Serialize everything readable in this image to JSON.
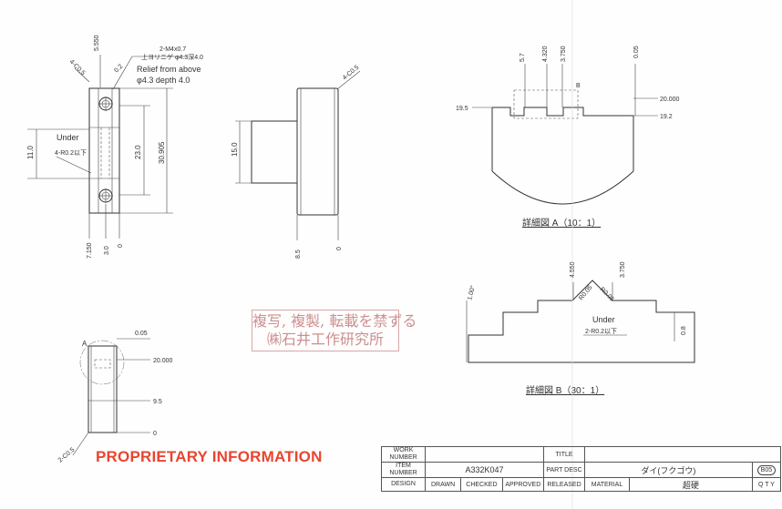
{
  "view1": {
    "top_label": "5.550",
    "callout_lines": [
      "2-M4x0.7",
      "上ヨリニゲ φ4.3深4.0",
      "Relief from above",
      "φ4.3 depth 4.0"
    ],
    "chamfer_label": "4-C0.5",
    "flatness_label": "0.2",
    "left_dim": "11.0",
    "under_label": "Under",
    "under_note": "4-R0.2以下",
    "mid_dim": "23.0",
    "right_dim": "30.905",
    "bottom_dims": [
      "7.150",
      "3.0",
      "0"
    ]
  },
  "view2": {
    "chamfer_label": "4-C0.5",
    "left_dim": "15.0",
    "bottom_dims": [
      "8.5",
      "0"
    ]
  },
  "detail_a": {
    "top_dims": [
      "5.7",
      "4.320",
      "3.750",
      "0.05"
    ],
    "marker": "B",
    "left_dim": "19.5",
    "right_dims": [
      "20.000",
      "19.2"
    ],
    "caption": "詳細図 A（10：1）"
  },
  "detail_b": {
    "angle_label": "1.00°",
    "top_dims": [
      "R0.05",
      "4.550",
      "R0.05",
      "3.750"
    ],
    "under_label": "Under",
    "under_note": "2-R0.2以下",
    "right_dim": "0.8",
    "caption": "詳細図 B（30：1）"
  },
  "view3": {
    "marker": "A",
    "top_dim": "0.05",
    "right_dims": [
      "20.000",
      "9.5",
      "0"
    ],
    "chamfer_label": "2-C0.5"
  },
  "stamp_lines": [
    "複写, 複製, 転載を禁ずる",
    "㈱石井工作研究所"
  ],
  "proprietary": "PROPRIETARY INFORMATION",
  "title_block": {
    "work_number_label": "WORK NUMBER",
    "title_label": "TITLE",
    "item_number_label": "ITEM NUMBER",
    "item_number": "A332K047",
    "part_desc_label": "PART DESC",
    "part_desc": "ダイ(フクゴウ)",
    "revision": "B05",
    "design_label": "DESIGN",
    "drawn_label": "DRAWN",
    "checked_label": "CHECKED",
    "approved_label": "APPROVED",
    "released_label": "RELEASED",
    "material_label": "MATERIAL",
    "material": "超硬",
    "qty_label": "Q T Y"
  }
}
